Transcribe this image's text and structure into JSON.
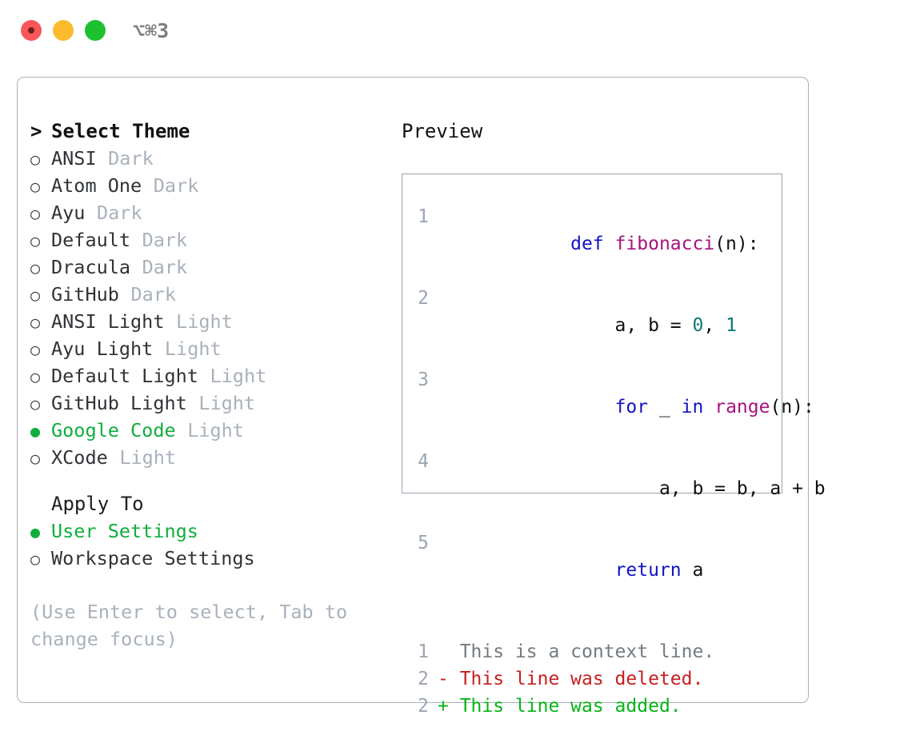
{
  "titlebar": {
    "shortcut": "⌥⌘3",
    "buttons": [
      "close",
      "minimize",
      "maximize"
    ]
  },
  "theme_picker": {
    "heading": "Select Theme",
    "caret": ">",
    "bullet_unselected": "○",
    "bullet_selected": "●",
    "items": [
      {
        "name": "ANSI",
        "suffix": "Dark",
        "selected": false
      },
      {
        "name": "Atom One",
        "suffix": "Dark",
        "selected": false
      },
      {
        "name": "Ayu",
        "suffix": "Dark",
        "selected": false
      },
      {
        "name": "Default",
        "suffix": "Dark",
        "selected": false
      },
      {
        "name": "Dracula",
        "suffix": "Dark",
        "selected": false
      },
      {
        "name": "GitHub",
        "suffix": "Dark",
        "selected": false
      },
      {
        "name": "ANSI Light",
        "suffix": "Light",
        "selected": false
      },
      {
        "name": "Ayu Light",
        "suffix": "Light",
        "selected": false
      },
      {
        "name": "Default Light",
        "suffix": "Light",
        "selected": false
      },
      {
        "name": "GitHub Light",
        "suffix": "Light",
        "selected": false
      },
      {
        "name": "Google Code",
        "suffix": "Light",
        "selected": true
      },
      {
        "name": "XCode",
        "suffix": "Light",
        "selected": false
      }
    ]
  },
  "apply_to": {
    "heading": "Apply To",
    "items": [
      {
        "name": "User Settings",
        "selected": true
      },
      {
        "name": "Workspace Settings",
        "selected": false
      }
    ]
  },
  "hint": "(Use Enter to select, Tab to change focus)",
  "preview": {
    "title": "Preview",
    "code_lines": [
      {
        "lno": "1",
        "tokens": [
          {
            "text": "def ",
            "cls": "tok-kw"
          },
          {
            "text": "fibonacci",
            "cls": "tok-func"
          },
          {
            "text": "(n):",
            "cls": "tok-txt"
          }
        ]
      },
      {
        "lno": "2",
        "tokens": [
          {
            "text": "    a, b = ",
            "cls": "tok-txt"
          },
          {
            "text": "0",
            "cls": "tok-num"
          },
          {
            "text": ", ",
            "cls": "tok-txt"
          },
          {
            "text": "1",
            "cls": "tok-num"
          }
        ]
      },
      {
        "lno": "3",
        "tokens": [
          {
            "text": "    ",
            "cls": "tok-txt"
          },
          {
            "text": "for",
            "cls": "tok-kw"
          },
          {
            "text": " _ ",
            "cls": "tok-txt"
          },
          {
            "text": "in",
            "cls": "tok-kw"
          },
          {
            "text": " ",
            "cls": "tok-txt"
          },
          {
            "text": "range",
            "cls": "tok-func"
          },
          {
            "text": "(n):",
            "cls": "tok-txt"
          }
        ]
      },
      {
        "lno": "4",
        "tokens": [
          {
            "text": "        a, b = b, a + b",
            "cls": "tok-txt"
          }
        ]
      },
      {
        "lno": "5",
        "tokens": [
          {
            "text": "    ",
            "cls": "tok-txt"
          },
          {
            "text": "return",
            "cls": "tok-kw"
          },
          {
            "text": " a",
            "cls": "tok-txt"
          }
        ]
      }
    ],
    "diff_lines": [
      {
        "lno": "1",
        "marker": " ",
        "text": "  This is a context line.",
        "cls": "tok-ctx"
      },
      {
        "lno": "2",
        "marker": "-",
        "text": "- This line was deleted.",
        "cls": "tok-del"
      },
      {
        "lno": "2",
        "marker": "+",
        "text": "+ This line was added.",
        "cls": "tok-add"
      }
    ]
  },
  "colors": {
    "accent_green": "#0fae3c",
    "keyword_blue": "#1313c4",
    "function_magenta": "#a4147e",
    "number_teal": "#0d7a7a",
    "diff_delete_red": "#c62020",
    "diff_add_green": "#07b416",
    "muted_gray": "#a9b1bb",
    "border_gray": "#aab2bd"
  }
}
